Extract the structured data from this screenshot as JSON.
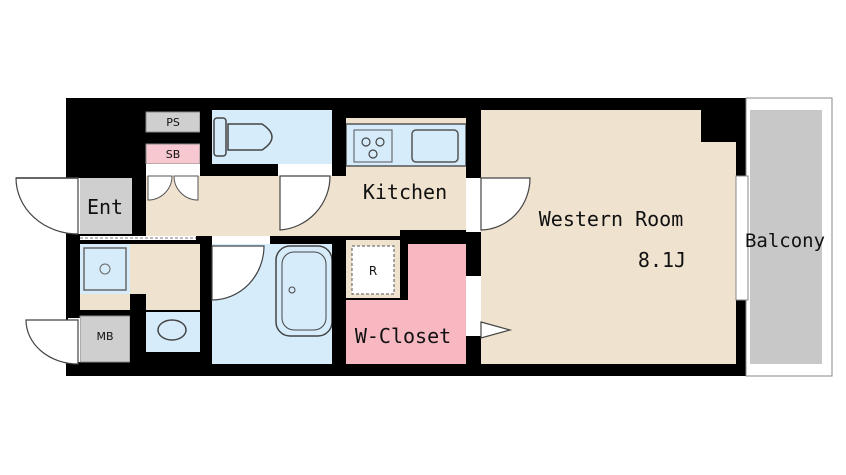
{
  "rooms": {
    "entrance": "Ent",
    "kitchen": "Kitchen",
    "western_room": "Western Room",
    "western_room_size": "8.1J",
    "balcony": "Balcony",
    "walk_in_closet": "W-Closet",
    "pipe_space": "PS",
    "shoe_box": "SB",
    "meter_box": "MB",
    "refrigerator": "R"
  },
  "colors": {
    "wall": "#000000",
    "floor": "#efe2cf",
    "wet_area": "#d6ecfb",
    "closet": "#f7b8c2",
    "balcony": "#c8c8c8",
    "grey_box": "#cfcfcf",
    "pink_box": "#f7c8d0"
  }
}
